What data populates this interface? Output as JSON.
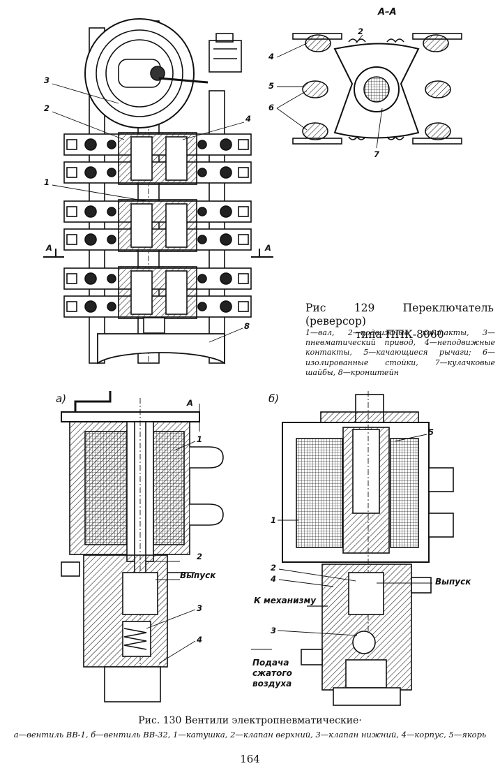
{
  "fig129": {
    "section_label": "А–А",
    "section_marker": "А",
    "numbers_left": [
      "3",
      "2",
      "4",
      "1",
      "8"
    ],
    "numbers_right": [
      "2",
      "4",
      "5",
      "6",
      "7"
    ],
    "caption_line1": "Рис 129 Переключатель (реверсор)",
    "caption_line2": "типа ППК-8060",
    "legend": "1—вал, 2—подвижные контакты, 3—пневматический привод, 4—неподвижные контакты, 5—качающиеся рычаги; 6—изолированные стойки, 7—кулачковые шайбы, 8—кронштейн"
  },
  "fig130": {
    "panel_a_label": "а)",
    "panel_b_label": "б)",
    "gap_label": "А",
    "vent_label_a": "Выпуск",
    "vent_label_b": "Выпуск",
    "to_mechanism": "К механизму",
    "air_supply": "Подача сжатого воздуха",
    "numbers_a": [
      "1",
      "2",
      "3",
      "4"
    ],
    "numbers_b": [
      "5",
      "1",
      "2",
      "4",
      "3"
    ],
    "caption": "Рис. 130 Вентили электропневматические·",
    "legend": "а—вентиль ВВ-1, б—вентиль ВВ-32, 1—катушка, 2—клапан верхний, 3—клапан нижний, 4—корпус, 5—якорь"
  },
  "page_number": "164"
}
